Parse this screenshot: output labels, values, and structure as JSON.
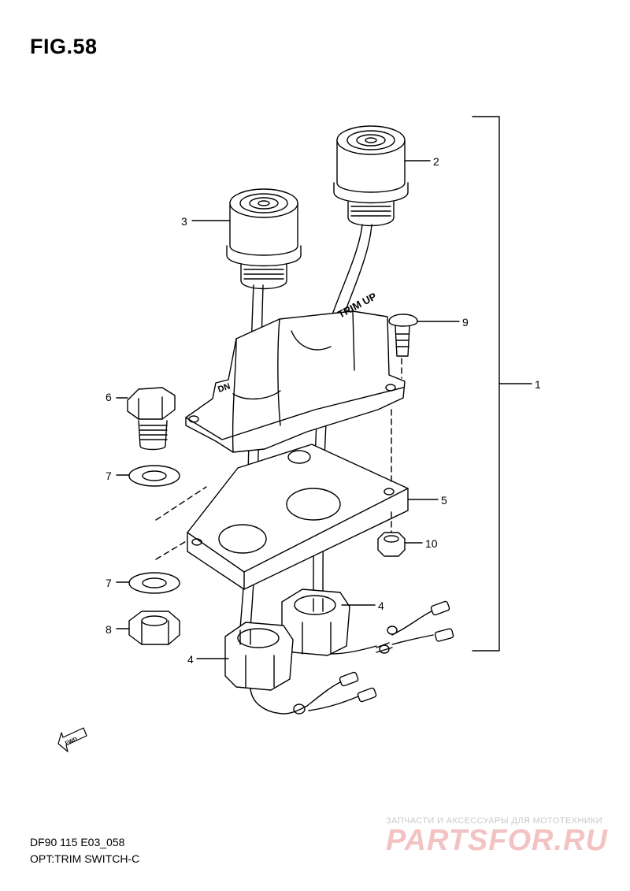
{
  "figure": {
    "title": "FIG.58",
    "caption_model": "DF90 115 E03_058",
    "caption_description": "OPT:TRIM SWITCH-C"
  },
  "callouts": [
    {
      "id": "c1",
      "label": "1"
    },
    {
      "id": "c2",
      "label": "2"
    },
    {
      "id": "c3",
      "label": "3"
    },
    {
      "id": "c4a",
      "label": "4"
    },
    {
      "id": "c4b",
      "label": "4"
    },
    {
      "id": "c5",
      "label": "5"
    },
    {
      "id": "c6",
      "label": "6"
    },
    {
      "id": "c7a",
      "label": "7"
    },
    {
      "id": "c7b",
      "label": "7"
    },
    {
      "id": "c8",
      "label": "8"
    },
    {
      "id": "c9",
      "label": "9"
    },
    {
      "id": "c10",
      "label": "10"
    }
  ],
  "part_markings": {
    "trim_up": "TRIM UP",
    "dn": "DN",
    "fwd": "FWD"
  },
  "watermark": {
    "tagline": "ЗАПЧАСТИ И АКСЕССУАРЫ ДЛЯ МОТОТЕХНИКИ",
    "brand": "PARTSFOR.RU"
  }
}
